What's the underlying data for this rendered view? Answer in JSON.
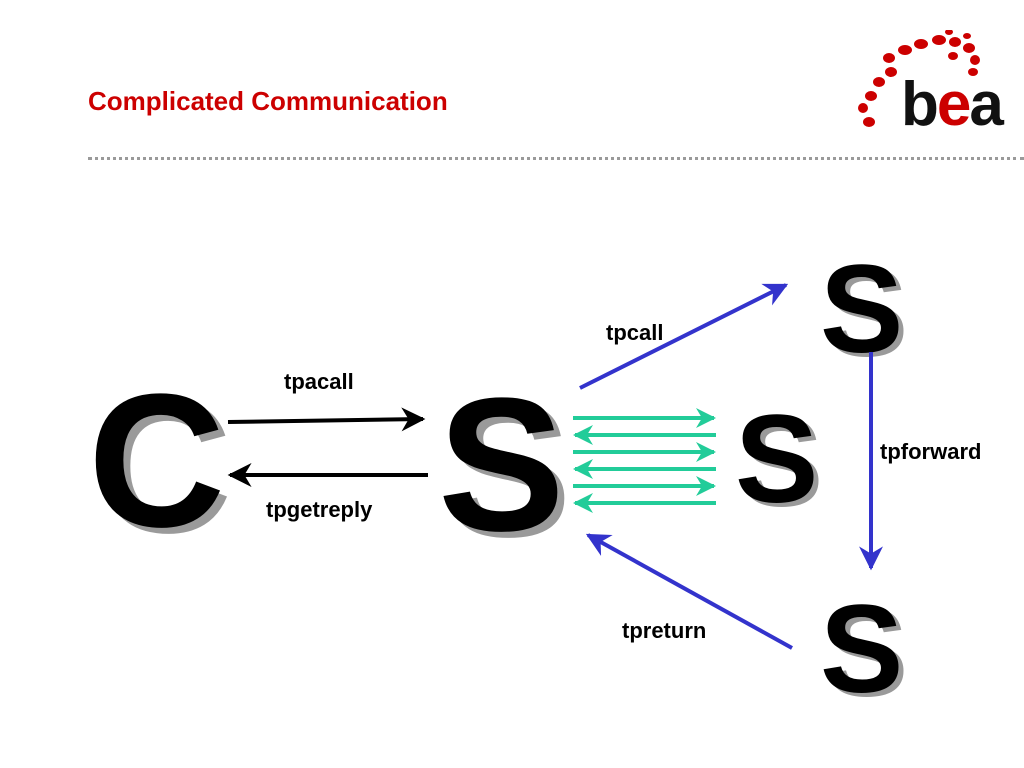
{
  "slide": {
    "title": "Complicated Communication",
    "title_color": "#cc0000"
  },
  "logo": {
    "text_b": "b",
    "text_e": "e",
    "text_a": "a",
    "dot_color": "#cc0000"
  },
  "diagram": {
    "client_letter": "C",
    "server_main_letter": "S",
    "server_mid_letter": "S",
    "server_top_letter": "S",
    "server_bottom_letter": "S",
    "labels": {
      "tpacall": "tpacall",
      "tpgetreply": "tpgetreply",
      "tpcall": "tpcall",
      "tpforward": "tpforward",
      "tpreturn": "tpreturn"
    },
    "colors": {
      "black_arrow": "#000000",
      "blue_arrow": "#3333cc",
      "green_arrow": "#22cc99"
    }
  }
}
